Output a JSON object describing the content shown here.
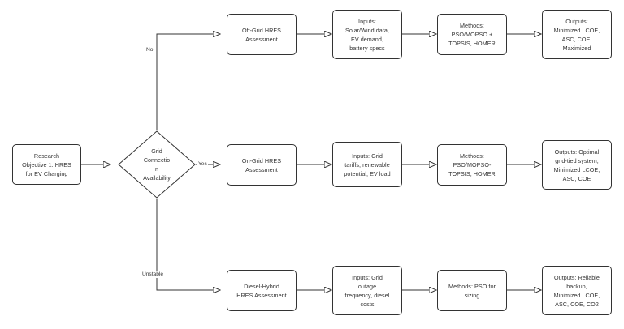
{
  "diagram": {
    "title": "Research Objective 1 HRES for EV Charging decision flowchart",
    "type": "flowchart",
    "direction": "left-to-right",
    "colors": {
      "node_border": "#333333",
      "node_fill": "#ffffff",
      "text": "#333333",
      "edge_stroke": "#333333",
      "background": "#ffffff"
    },
    "start": {
      "id": "start",
      "label": "Research\nObjective 1: HRES\nfor EV Charging"
    },
    "decision": {
      "id": "grid-connection-availability",
      "label": "Grid\nConnectio\nn\nAvailability"
    },
    "edge_labels": {
      "no": "No",
      "yes": "Yes",
      "unstable": "Unstable"
    },
    "branches": [
      {
        "id": "off-grid",
        "condition": "No",
        "assessment": "Off-Grid HRES\nAssessment",
        "inputs": "Inputs:\nSolar/Wind data,\nEV demand,\nbattery specs",
        "methods": "Methods:\nPSO/MOPSO +\nTOPSIS, HOMER",
        "outputs": "Outputs:\nMinimized LCOE,\nASC, COE,\nMaximized"
      },
      {
        "id": "on-grid",
        "condition": "Yes",
        "assessment": "On-Grid HRES\nAssessment",
        "inputs": "Inputs: Grid\ntariffs, renewable\npotential, EV load",
        "methods": "Methods:\nPSO/MOPSO-\nTOPSIS, HOMER",
        "outputs": "Outputs: Optimal\ngrid-tied system,\nMinimized LCOE,\nASC, COE"
      },
      {
        "id": "diesel-hybrid",
        "condition": "Unstable",
        "assessment": "Diesel-Hybrid\nHRES Assessment",
        "inputs": "Inputs: Grid\noutage\nfrequency, diesel\ncosts",
        "methods": "Methods: PSO for\nsizing",
        "outputs": "Outputs: Reliable\nbackup,\nMinimized LCOE,\nASC, COE, CO2"
      }
    ]
  }
}
